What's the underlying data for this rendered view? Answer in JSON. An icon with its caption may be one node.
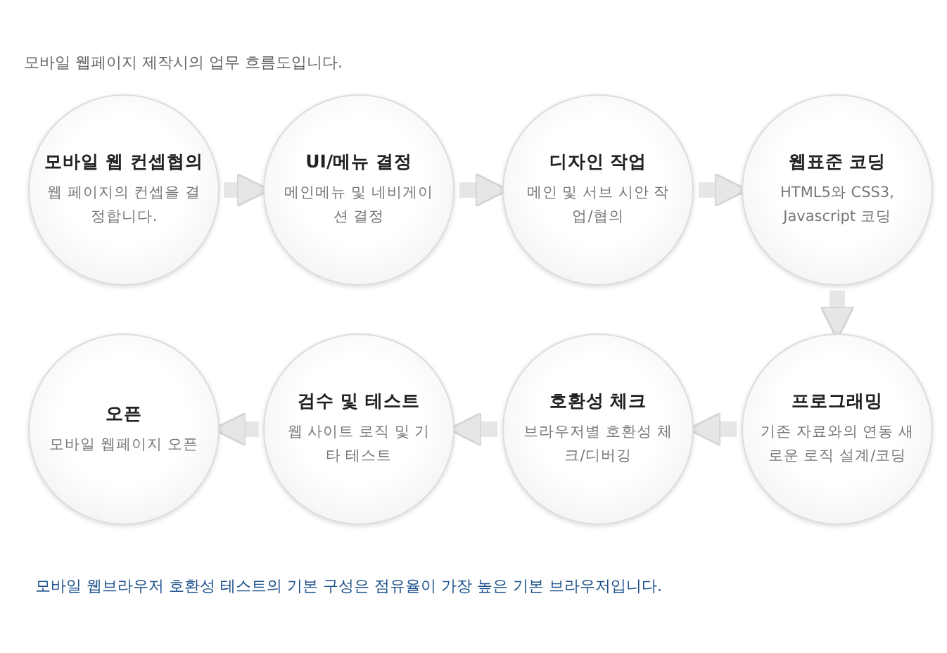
{
  "diagram": {
    "title": "모바일 웹페이지 제작시의 업무 흐름도입니다.",
    "nodes": [
      {
        "text": [
          "모바일 웹 컨셉협의",
          "웹 페이지의 컨셉을 결정합니다."
        ]
      },
      {
        "text": [
          "UI/메뉴 결정",
          "메인메뉴 및 네비게이션 결정"
        ]
      },
      {
        "text": [
          "디자인 작업",
          "메인 및 서브 시안 작업/협의"
        ]
      },
      {
        "text": [
          "웹표준 코딩",
          "HTML5와 CSS3, Javascript 코딩"
        ]
      },
      {
        "text": [
          "프로그래밍",
          "기존 자료와의 연동 새로운 로직 설계/코딩"
        ]
      },
      {
        "text": [
          "호환성 체크",
          "브라우저별 호환성 체크/디버깅"
        ]
      },
      {
        "text": [
          "검수 및 테스트",
          "웹 사이트 로직 및 기타 테스트"
        ]
      },
      {
        "text": [
          "오픈",
          "모바일 웹페이지 오픈"
        ]
      }
    ],
    "edges": [
      {
        "from": 0,
        "to": 1,
        "arrow": "to"
      },
      {
        "from": 1,
        "to": 2,
        "arrow": "to"
      },
      {
        "from": 2,
        "to": 3,
        "arrow": "to"
      },
      {
        "from": 3,
        "to": 4,
        "arrow": "to"
      },
      {
        "from": 4,
        "to": 5,
        "arrow": "to"
      },
      {
        "from": 5,
        "to": 6,
        "arrow": "to"
      },
      {
        "from": 6,
        "to": 7,
        "arrow": "to"
      }
    ],
    "caption": "모바일 웹브라우저 호환성 테스트의 기본 구성은 점유율이 가장 높은 기본 브라우저입니다."
  }
}
